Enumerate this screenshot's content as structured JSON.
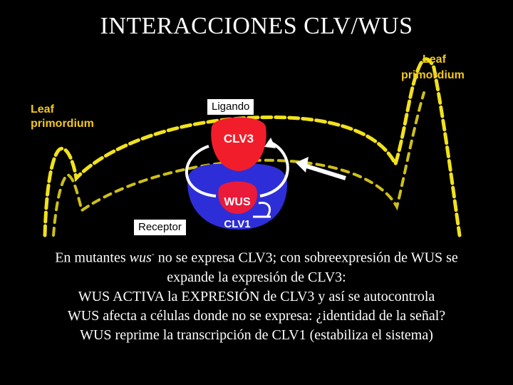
{
  "title": "INTERACCIONES CLV/WUS",
  "figure": {
    "leaf_left_line1": "Leaf",
    "leaf_left_line2": "primordium",
    "leaf_right_line1": "Leaf",
    "leaf_right_line2": "primordium",
    "ligand_label": "Ligando",
    "receptor_label": "Receptor",
    "clv3_label": "CLV3",
    "wus_label": "WUS",
    "clv1_label": "CLV1",
    "colors": {
      "tissue_outline": "#f2e21c",
      "clv3_domain": "#f21d2a",
      "clv1_domain": "#2e2ed8",
      "wus_domain": "#ea1a3a",
      "leaf_text": "#f2c81a"
    }
  },
  "caption": {
    "line1_prefix": "En mutantes ",
    "line1_gene": "wus",
    "line1_sup": "-",
    "line1_suffix": " no se expresa CLV3; con sobreexpresión de WUS se",
    "line2": "expande la expresión de CLV3:",
    "line3": "WUS ACTIVA la EXPRESIÓN de CLV3 y así se autocontrola",
    "line4": "WUS afecta a células donde no se expresa: ¿identidad de la señal?",
    "line5": "WUS reprime la transcripción de CLV1 (estabiliza el sistema)"
  }
}
